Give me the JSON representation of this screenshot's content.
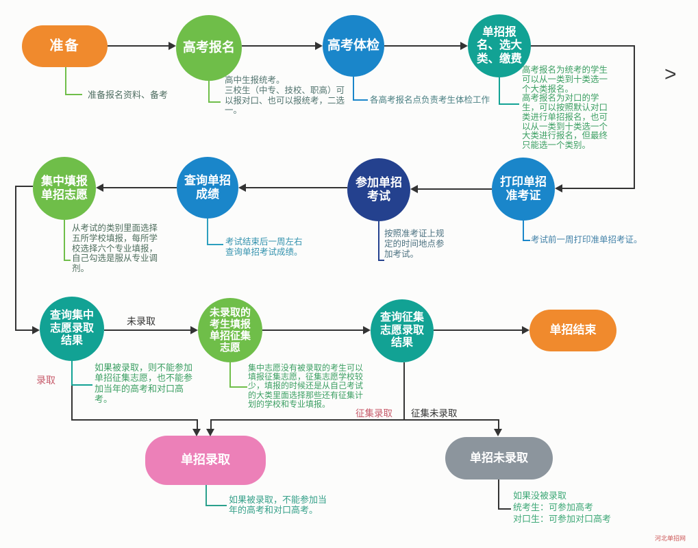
{
  "colors": {
    "orange": "#F08A2D",
    "green": "#6FBE49",
    "blue": "#1A86CA",
    "teal": "#12A294",
    "navy": "#24418E",
    "pink": "#EC80B8",
    "gray": "#8C959D",
    "arrow_black": "#333333",
    "edge_label_red": "#C75B6B",
    "annotation_green": "#3C9F63",
    "annotation_teal_blue": "#3392AE",
    "annotation_gray_green": "#4F6E62"
  },
  "nodes": {
    "prepare": "准备",
    "gaokao_register": "高考报名",
    "gaokao_physical": "高考体检",
    "danzhao_register": "单招报\n名、选大\n类、缴费",
    "print_ticket": "打印单招\n准考证",
    "take_exam": "参加单招\n考试",
    "query_score": "查询单招\n成绩",
    "fill_volunteer": "集中填报\n单招志愿",
    "query_central_result": "查询集中\n志愿录取\n结果",
    "fill_zhengji": "未录取的\n考生填报\n单招征集\n志愿",
    "query_zhengji_result": "查询征集\n志愿录取\n结果",
    "danzhao_end": "单招结束",
    "danzhao_admitted": "单招录取",
    "danzhao_not_admitted": "单招未录取"
  },
  "edge_labels": {
    "not_admitted": "未录取",
    "admitted": "录取",
    "zhengji_admitted": "征集录取",
    "zhengji_not_admitted": "征集未录取"
  },
  "annotations": {
    "prepare": "准备报名资料、备考",
    "gaokao_register": "高中生报统考。\n三校生（中专、技校、职高）可\n以报对口、也可以报统考，二选\n一。",
    "gaokao_physical": "各高考报名点负责考生体检工作",
    "danzhao_register": "高考报名为统考的学生\n可以从一类到十类选一\n个大类报名。\n高考报名为对口的学\n生，可以按照默认对口\n类进行单招报名，也可\n以从一类到十类选一个\n大类进行报名，但最终\n只能选一个类别。",
    "print_ticket": "考试前一周打印准单招考证。",
    "take_exam": "按照准考证上规\n定的时间地点参\n加考试。",
    "query_score": "考试结束后一周左右\n查询单招考试成绩。",
    "fill_volunteer": "从考试的类别里面选择\n五所学校填报，每所学\n校选择六个专业填报，\n自己勾选是服从专业调\n剂。",
    "query_central_result": "如果被录取，则不能参加\n单招征集志愿，也不能参\n加当年的高考和对口高\n考。",
    "fill_zhengji": "集中志愿没有被录取的考生可以\n填报征集志愿，征集志愿学校较\n少，填报的时候还是从自己考试\n的大类里面选择那些还有征集计\n划的学校和专业填报。",
    "danzhao_admitted": "如果被录取，不能参加当\n年的高考和对口高考。",
    "danzhao_not_admitted": "如果没被录取\n统考生：可参加高考\n对口生：可参加对口高考"
  },
  "misc": {
    "chevron": ">",
    "watermark": "河北单招网"
  }
}
